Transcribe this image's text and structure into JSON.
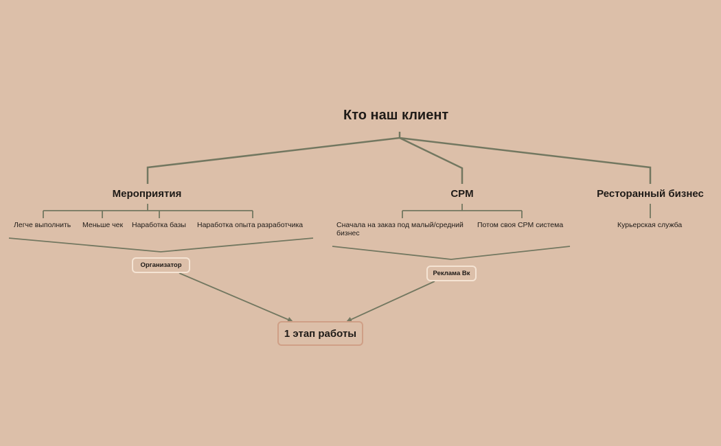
{
  "diagram": {
    "type": "mind-map",
    "colors": {
      "background": "#dcbfa9",
      "connector": "#727760",
      "summary_border": "#f5e4d4",
      "final_border": "#cf9f86",
      "text": "#1e1a17"
    },
    "root": {
      "label": "Кто наш клиент"
    },
    "topics": [
      {
        "label": "Мероприятия",
        "children": [
          {
            "label": "Легче выполнить"
          },
          {
            "label": "Меньше чек"
          },
          {
            "label": "Наработка базы"
          },
          {
            "label": "Наработка опыта разработчика"
          }
        ],
        "summary": {
          "label": "Организатор"
        }
      },
      {
        "label": "CPM",
        "children": [
          {
            "label": "Сначала на заказ под малый/средний бизнес"
          },
          {
            "label": "Потом своя CPM система"
          }
        ],
        "summary": {
          "label": "Реклама Вк"
        }
      },
      {
        "label": "Ресторанный бизнес",
        "children": [
          {
            "label": "Курьерская служба"
          }
        ]
      }
    ],
    "final": {
      "label": "1 этап работы"
    }
  }
}
